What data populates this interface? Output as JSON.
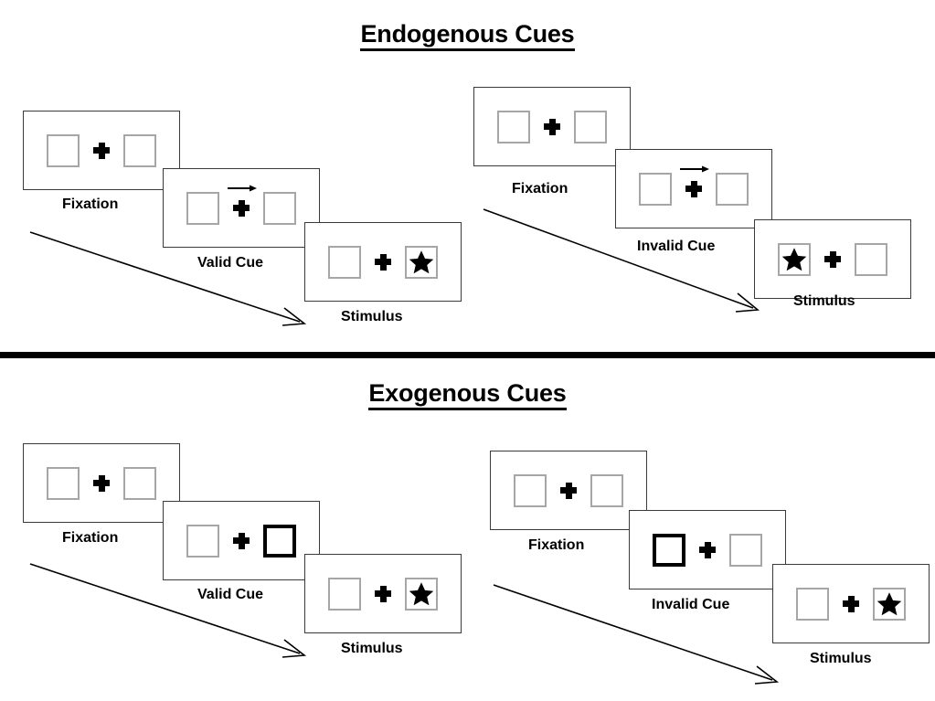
{
  "figure": {
    "title_top": "Endogenous Cues",
    "title_bottom": "Exogenous Cues"
  },
  "sections": [
    {
      "id": "endogenous",
      "title": "Endogenous Cues",
      "columns": [
        {
          "id": "endogenous-valid",
          "panels": [
            {
              "id": "endo-valid-fixation",
              "label": "Fixation",
              "cue": "none",
              "left_box": "empty",
              "right_box": "empty"
            },
            {
              "id": "endo-valid-cue",
              "label": "Valid Cue",
              "cue": "arrow-right",
              "left_box": "empty",
              "right_box": "empty"
            },
            {
              "id": "endo-valid-stimulus",
              "label": "Stimulus",
              "cue": "none",
              "left_box": "empty",
              "right_box": "star"
            }
          ]
        },
        {
          "id": "endogenous-invalid",
          "panels": [
            {
              "id": "endo-invalid-fixation",
              "label": "Fixation",
              "cue": "none",
              "left_box": "empty",
              "right_box": "empty"
            },
            {
              "id": "endo-invalid-cue",
              "label": "Invalid Cue",
              "cue": "arrow-right",
              "left_box": "empty",
              "right_box": "empty"
            },
            {
              "id": "endo-invalid-stimulus",
              "label": "Stimulus",
              "cue": "none",
              "left_box": "star",
              "right_box": "empty"
            }
          ]
        }
      ]
    },
    {
      "id": "exogenous",
      "title": "Exogenous Cues",
      "columns": [
        {
          "id": "exogenous-valid",
          "panels": [
            {
              "id": "exo-valid-fixation",
              "label": "Fixation",
              "cue": "none",
              "left_box": "empty",
              "right_box": "empty"
            },
            {
              "id": "exo-valid-cue",
              "label": "Valid Cue",
              "cue": "box-flash-right",
              "left_box": "empty",
              "right_box": "thick"
            },
            {
              "id": "exo-valid-stimulus",
              "label": "Stimulus",
              "cue": "none",
              "left_box": "empty",
              "right_box": "star"
            }
          ]
        },
        {
          "id": "exogenous-invalid",
          "panels": [
            {
              "id": "exo-invalid-fixation",
              "label": "Fixation",
              "cue": "none",
              "left_box": "empty",
              "right_box": "empty"
            },
            {
              "id": "exo-invalid-cue",
              "label": "Invalid Cue",
              "cue": "box-flash-left",
              "left_box": "thick",
              "right_box": "empty"
            },
            {
              "id": "exo-invalid-stimulus",
              "label": "Stimulus",
              "cue": "none",
              "left_box": "empty",
              "right_box": "star"
            }
          ]
        }
      ]
    }
  ],
  "icons": {
    "fixation_cross": "plus-icon",
    "arrow_cue": "arrow-right-icon",
    "target": "star-icon",
    "time_arrow": "time-arrow-icon"
  },
  "colors": {
    "box_outline": "#a6a6a6",
    "cue_outline": "#000000",
    "frame_outline": "#3a3a3a",
    "ink": "#000000",
    "background": "#ffffff"
  },
  "labels": {
    "fixation": "Fixation",
    "valid_cue": "Valid Cue",
    "invalid_cue": "Invalid Cue",
    "stimulus": "Stimulus"
  }
}
